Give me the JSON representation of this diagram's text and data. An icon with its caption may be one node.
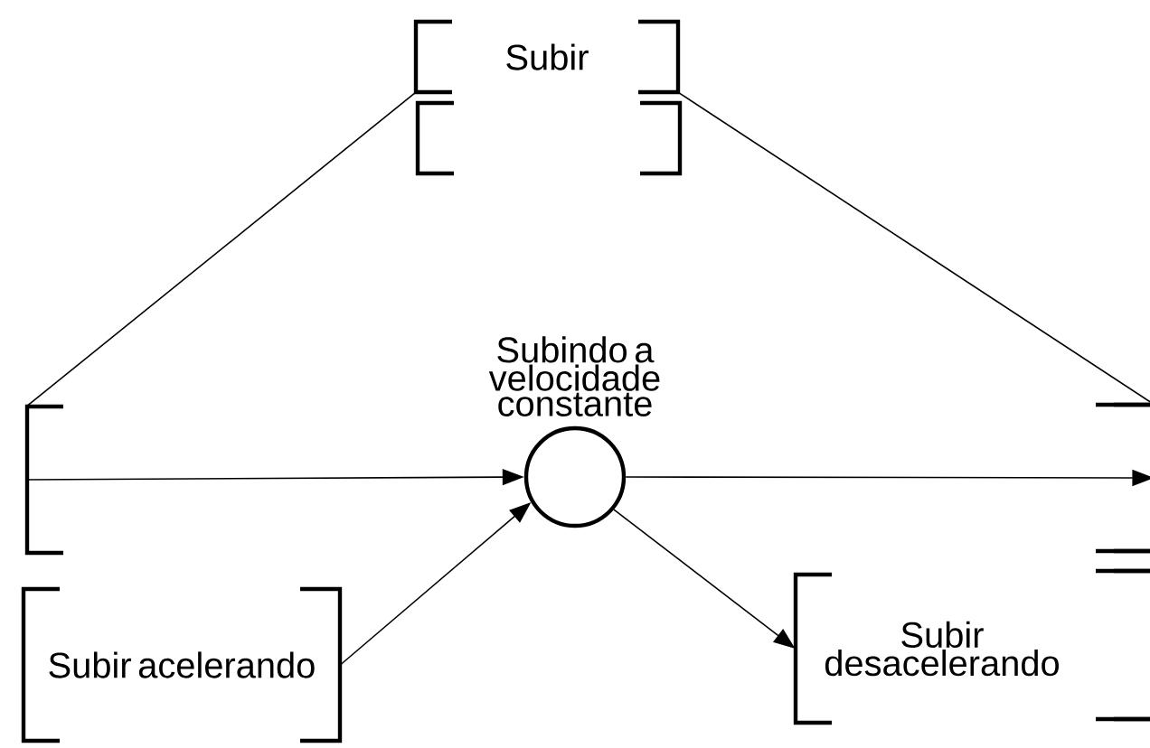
{
  "diagram": {
    "nodes": [
      {
        "text": [
          "Subir"
        ]
      },
      {
        "text": [],
        "shape": "box"
      },
      {
        "text": [],
        "shape": "box"
      },
      {
        "text": [],
        "shape": "circle",
        "beside": [
          "Subindo a velocidade constante"
        ]
      },
      {
        "text": [],
        "shape": "box"
      },
      {
        "text": [
          "Subir acelerando"
        ]
      },
      {
        "text": [
          "Subir desacelerando"
        ]
      },
      {
        "text": [],
        "shape": "box"
      }
    ],
    "edges": [
      {
        "from": 0,
        "to": 2,
        "arrow": "none"
      },
      {
        "from": 0,
        "to": 4,
        "arrow": "none"
      },
      {
        "from": 2,
        "to": 3,
        "arrow": "to"
      },
      {
        "from": 3,
        "to": 4,
        "arrow": "to"
      },
      {
        "from": 5,
        "to": 3,
        "arrow": "to"
      },
      {
        "from": 3,
        "to": 6,
        "arrow": "to"
      }
    ]
  }
}
